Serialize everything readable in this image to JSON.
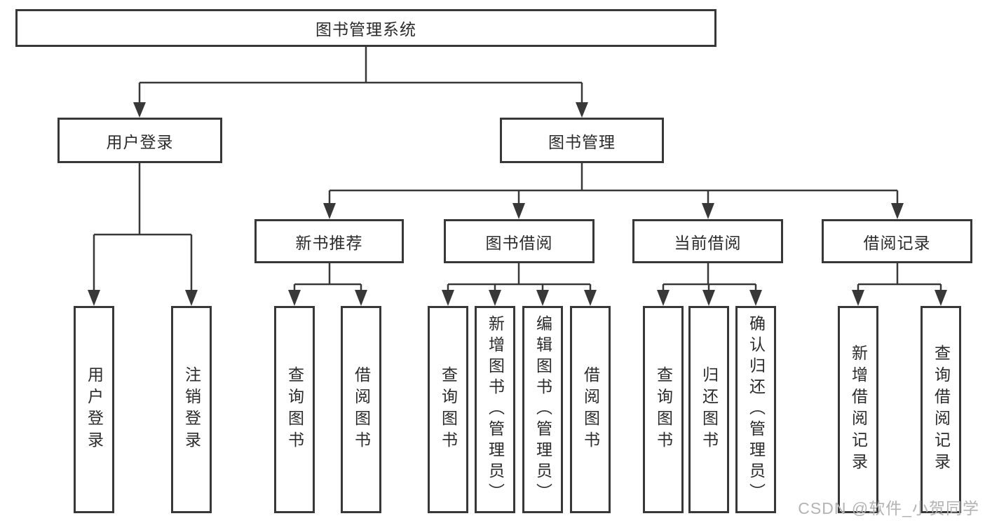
{
  "diagram": {
    "title_node": {
      "label": "图书管理系统"
    },
    "user_login": {
      "label": "用户登录",
      "children": [
        "用户登录",
        "注销登录"
      ]
    },
    "book_mgmt": {
      "label": "图书管理"
    },
    "new_book_rec": {
      "label": "新书推荐",
      "children": [
        "查询图书",
        "借阅图书"
      ]
    },
    "book_borrow": {
      "label": "图书借阅",
      "children": [
        "查询图书",
        "新增图书（管理员）",
        "编辑图书（管理员）",
        "借阅图书"
      ]
    },
    "current_borrow": {
      "label": "当前借阅",
      "children": [
        "查询图书",
        "归还图书",
        "确认归还（管理员）"
      ]
    },
    "borrow_records": {
      "label": "借阅记录",
      "children": [
        "新增借阅记录",
        "查询借阅记录"
      ]
    },
    "watermark": "CSDN @软件_小贺同学",
    "colors": {
      "line": "#383838",
      "box_border": "#383838",
      "text": "#2b2b2b",
      "watermark": "#b3b3b3",
      "background": "#ffffff"
    }
  }
}
